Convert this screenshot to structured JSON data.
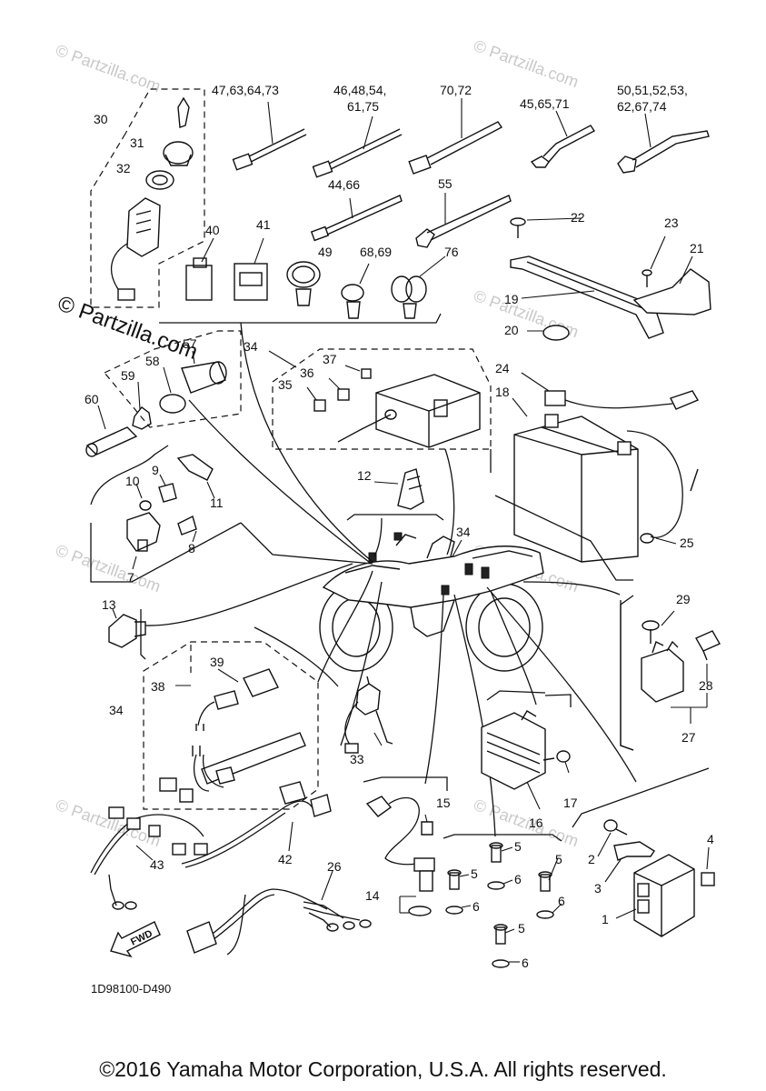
{
  "watermark_text": "© Partzilla.com",
  "labels": {
    "l47": "47,63,64,73",
    "l46a": "46,48,54,",
    "l46b": "61,75",
    "l70": "70,72",
    "l45": "45,65,71",
    "l50a": "50,51,52,53,",
    "l50b": "62,67,74",
    "l30": "30",
    "l31": "31",
    "l32": "32",
    "l40": "40",
    "l41": "41",
    "l44": "44,66",
    "l55": "55",
    "l22": "22",
    "l23": "23",
    "l21": "21",
    "l49": "49",
    "l68": "68,69",
    "l76": "76",
    "l19": "19",
    "l20": "20",
    "l57": "57",
    "l58": "58",
    "l59": "59",
    "l60": "60",
    "l34a": "34",
    "l37": "37",
    "l36": "36",
    "l35": "35",
    "l24": "24",
    "l18": "18",
    "l10": "10",
    "l9": "9",
    "l11": "11",
    "l12": "12",
    "l8": "8",
    "l7": "7",
    "l34b": "34",
    "l25": "25",
    "l13": "13",
    "l29": "29",
    "l39": "39",
    "l38": "38",
    "l34c": "34",
    "l28": "28",
    "l27": "27",
    "l33": "33",
    "l17": "17",
    "l16": "16",
    "l15": "15",
    "l4": "4",
    "l43": "43",
    "l42": "42",
    "l5a": "5",
    "l2": "2",
    "l26": "26",
    "l5b": "5",
    "l6a": "6",
    "l5c": "5",
    "l3": "3",
    "l14": "14",
    "l6b": "6",
    "l6c": "6",
    "l5d": "5",
    "l1": "1",
    "l6d": "6",
    "fwd": "FWD",
    "diagram_code": "1D98100-D490"
  },
  "copyright": "©2016 Yamaha Motor Corporation, U.S.A. All rights reserved."
}
